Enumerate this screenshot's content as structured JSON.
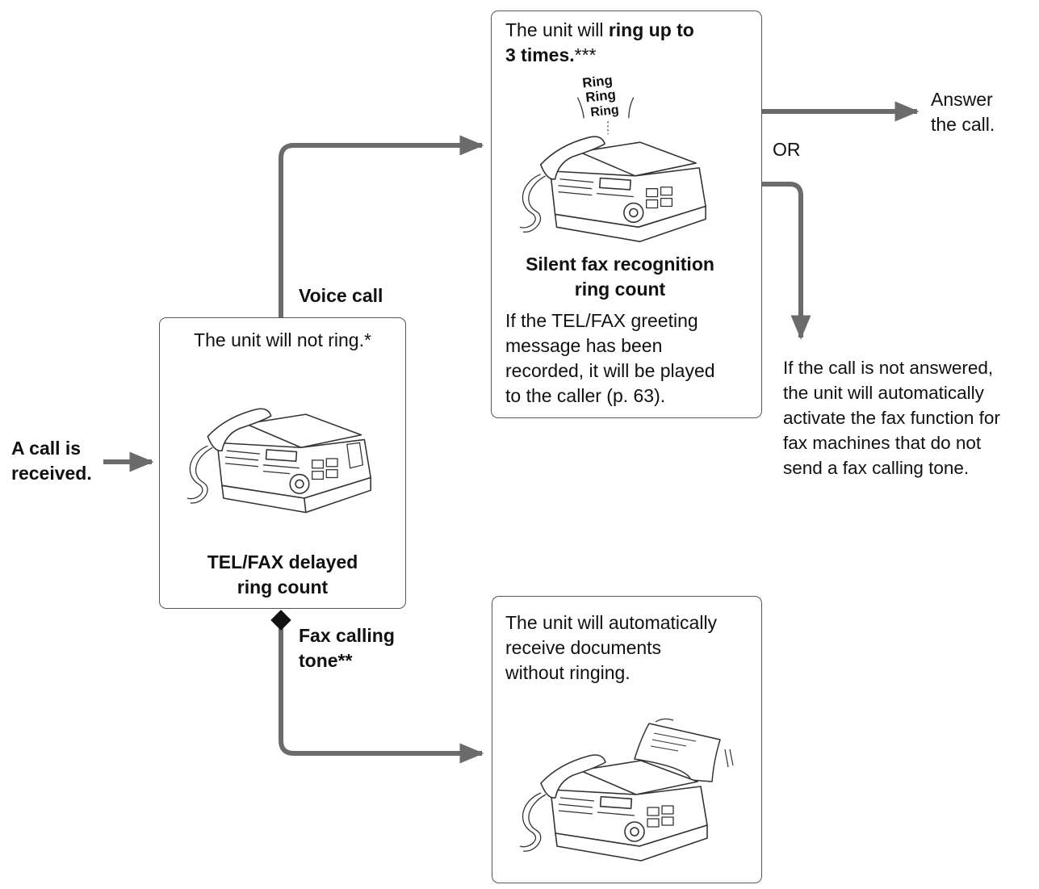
{
  "start": {
    "label": "A call is\nreceived."
  },
  "center_box": {
    "text": "The unit will not ring.*",
    "caption": "TEL/FAX delayed\nring count"
  },
  "branches": {
    "voice": "Voice call",
    "fax": "Fax calling\ntone**"
  },
  "top_box": {
    "lead": "The unit will ",
    "lead_bold": "ring up to\n3 times.",
    "lead_tail": "***",
    "ring_words": [
      "Ring",
      "Ring",
      "Ring"
    ],
    "caption": "Silent fax recognition\nring count",
    "note": "If the TEL/FAX greeting\nmessage has been\nrecorded, it will be played\nto the caller (p. 63)."
  },
  "bottom_box": {
    "text": "The unit will automatically\nreceive documents\nwithout ringing."
  },
  "outcomes": {
    "answer": "Answer\nthe call.",
    "or": "OR",
    "not_answered": "If the call is not answered,\nthe unit will automatically\nactivate the fax function for\nfax machines that do not\nsend a fax calling tone."
  },
  "colors": {
    "arrow": "#6b6b6b",
    "box_border": "#555555",
    "illustration": "#333333"
  },
  "icons": {
    "fax_machine": "fax-machine-icon",
    "branch_marker": "diamond-icon"
  }
}
